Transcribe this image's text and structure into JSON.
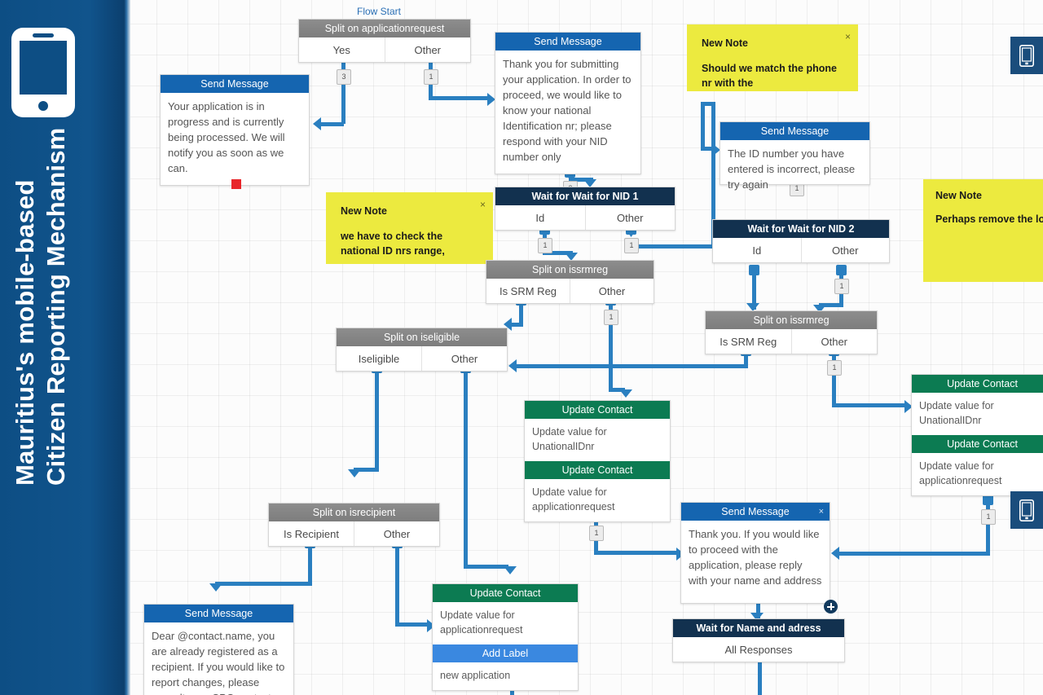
{
  "banner": {
    "icon": "mobile-phone-icon",
    "title_line1": "Mauritius's mobile-based",
    "title_line2": "Citizen Reporting Mechanism",
    "color": "#0d4e84"
  },
  "canvas": {
    "flow_start_label": "Flow Start",
    "colors": {
      "send_message": "#1565b0",
      "split": "#7d7d7d",
      "update_contact": "#0c7b52",
      "wait": "#12314f",
      "add_label": "#3a88e0",
      "note": "#ecea3f",
      "connector": "#2a7fc0"
    }
  },
  "nodes": {
    "split_applicationrequest": {
      "title": "Split on applicationrequest",
      "rules": [
        "Yes",
        "Other"
      ],
      "badges": [
        "3",
        "1"
      ]
    },
    "send_in_progress": {
      "title": "Send Message",
      "text": "Your application is in progress and is currently being processed. We will notify you as soon as we can."
    },
    "send_thank_you_nid": {
      "title": "Send Message",
      "text": "Thank you for submitting your application. In order to proceed, we would like to know your national Identification nr; please respond with your NID number only",
      "badge": "3"
    },
    "wait_nid_1": {
      "title": "Wait for Wait for NID 1",
      "rules": [
        "Id",
        "Other"
      ],
      "badges": [
        "1",
        "1"
      ]
    },
    "send_id_incorrect": {
      "title": "Send Message",
      "text": "The ID number you have entered is incorrect, please try again",
      "badge": "1"
    },
    "wait_nid_2": {
      "title": "Wait for Wait for NID 2",
      "rules": [
        "Id",
        "Other"
      ],
      "badges": [
        "1"
      ]
    },
    "split_issrmreg_left": {
      "title": "Split on issrmreg",
      "rules": [
        "Is SRM Reg",
        "Other"
      ],
      "badges": [
        "1"
      ]
    },
    "split_issrmreg_right": {
      "title": "Split on issrmreg",
      "rules": [
        "Is SRM Reg",
        "Other"
      ],
      "badges": [
        "1"
      ]
    },
    "split_iseligible": {
      "title": "Split on iseligible",
      "rules": [
        "Iseligible",
        "Other"
      ]
    },
    "split_isrecipient": {
      "title": "Split on isrecipient",
      "rules": [
        "Is Recipient",
        "Other"
      ]
    },
    "update_center": {
      "title1": "Update Contact",
      "text1": "Update value for UnationalIDnr",
      "title2": "Update Contact",
      "text2": "Update value for applicationrequest",
      "badge": "1"
    },
    "update_right": {
      "title1": "Update Contact",
      "text1": "Update value for UnationalIDnr",
      "title2": "Update Contact",
      "text2": "Update value for applicationrequest",
      "badge": "1"
    },
    "send_already_recipient": {
      "title": "Send Message",
      "text": "Dear @contact.name, you are already registered as a recipient. If you would like to report changes, please consult your CPC contact"
    },
    "update_add_label": {
      "title1": "Update Contact",
      "text1": "Update value for applicationrequest",
      "title2": "Add Label",
      "text2": "new application"
    },
    "send_thank_you_address": {
      "title": "Send Message",
      "close": "×",
      "text": "Thank you. If you would like to proceed with the application, please reply with your name and address"
    },
    "wait_name_address": {
      "title": "Wait for Name and adress",
      "rules": [
        "All Responses"
      ]
    }
  },
  "notes": {
    "phone_match": {
      "title": "New Note",
      "text": "Should we match the phone nr with the",
      "close": "×"
    },
    "nid_range": {
      "title": "New Note",
      "text": "we have to check the national ID nrs range,",
      "close": "×"
    },
    "remove_loop": {
      "title": "New Note",
      "text": "Perhaps remove the loop, re-ask this question a lim nr of times. If applicant fa repeatedly, ask them to speak to a CPC or CAB."
    }
  }
}
